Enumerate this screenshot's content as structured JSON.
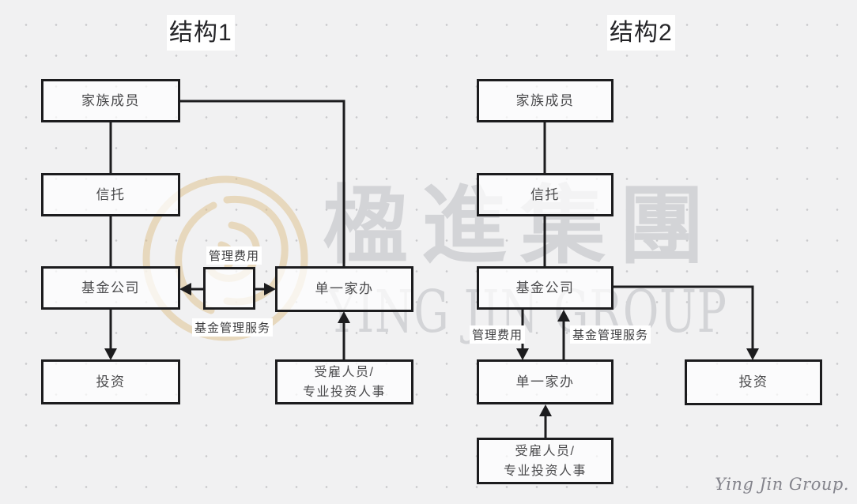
{
  "watermark": {
    "cjk_text": "楹進集團",
    "latin_text": "YING JIN GROUP",
    "signature_text": "Ying Jin Group.",
    "logo_color": "#dfc08a",
    "text_color": "#d3d4d7"
  },
  "colors": {
    "background": "#f1f1f2",
    "ink": "#1c1c1e",
    "node_text": "#4a4a4c"
  },
  "structure1": {
    "title": "结构1",
    "nodes": {
      "family_members": "家族成员",
      "trust": "信托",
      "fund_company": "基金公司",
      "investment": "投资",
      "single_family_office": "单一家办",
      "employees_line1": "受雇人员/",
      "employees_line2": "专业投资人事"
    },
    "labels": {
      "management_fee": "管理费用",
      "fund_management_service": "基金管理服务"
    }
  },
  "structure2": {
    "title": "结构2",
    "nodes": {
      "family_members": "家族成员",
      "trust": "信托",
      "fund_company": "基金公司",
      "investment": "投资",
      "single_family_office": "单一家办",
      "employees_line1": "受雇人员/",
      "employees_line2": "专业投资人事"
    },
    "labels": {
      "management_fee": "管理费用",
      "fund_management_service": "基金管理服务"
    }
  }
}
